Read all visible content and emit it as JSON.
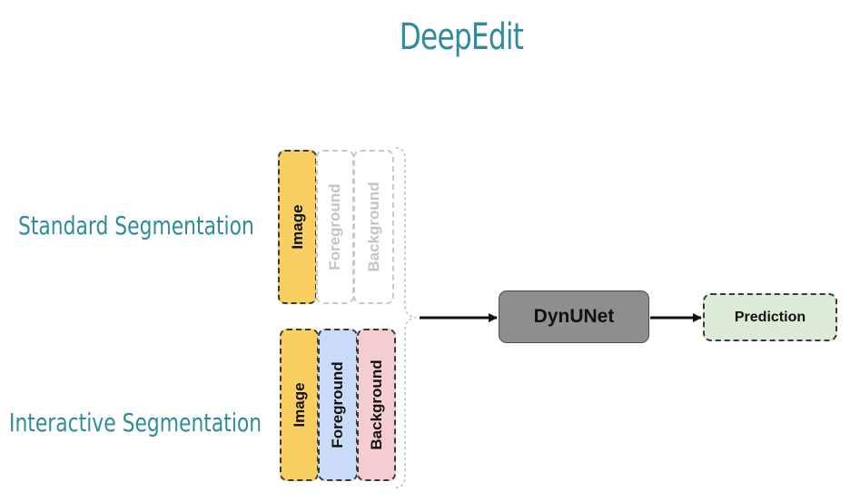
{
  "title": "DeepEdit",
  "rows": {
    "standard": {
      "label": "Standard Segmentation",
      "channels": {
        "image": "Image",
        "foreground": "Foreground",
        "background": "Background"
      }
    },
    "interactive": {
      "label": "Interactive Segmentation",
      "channels": {
        "image": "Image",
        "foreground": "Foreground",
        "background": "Background"
      }
    }
  },
  "network": {
    "label": "DynUNet"
  },
  "output": {
    "label": "Prediction"
  },
  "colors": {
    "title_text": "#2e8ba0",
    "image_channel": "#f9cf62",
    "foreground_channel": "#c9dbf6",
    "background_channel": "#f3cdd0",
    "network_fill": "#8e8e8e",
    "prediction_fill": "#dcebd5"
  }
}
